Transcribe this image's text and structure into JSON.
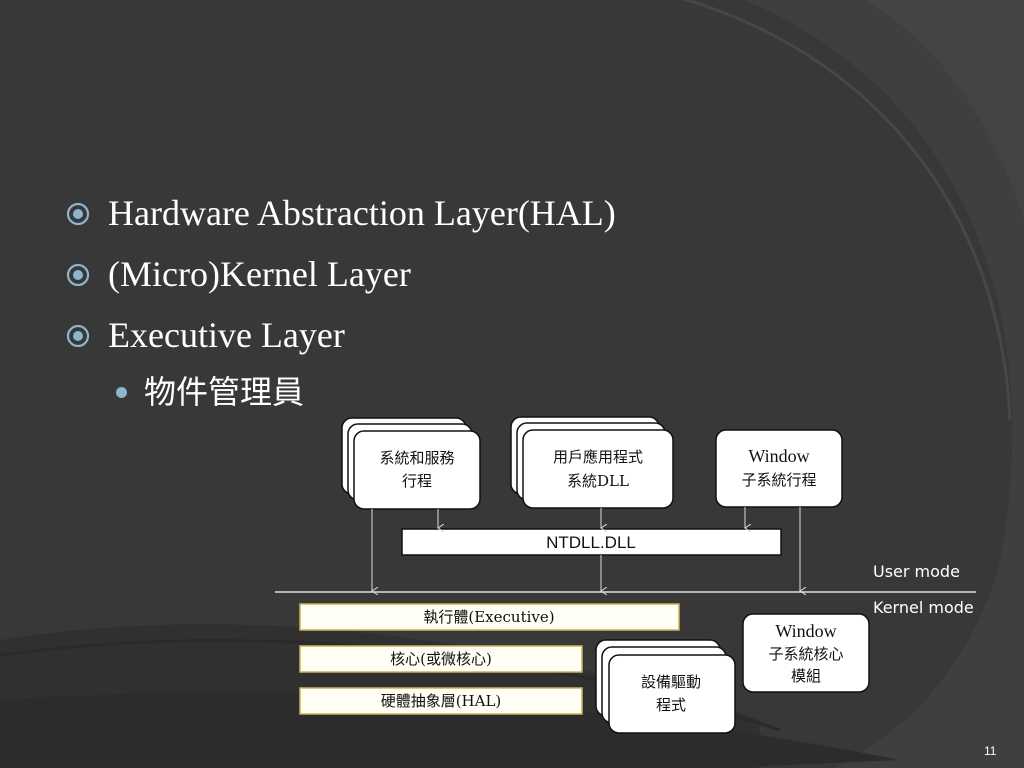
{
  "bullets": [
    {
      "text": "Hardware Abstraction Layer(HAL)",
      "icon": "circle-dot-bullet-icon"
    },
    {
      "text": "(Micro)Kernel Layer",
      "icon": "circle-dot-bullet-icon"
    },
    {
      "text": "Executive Layer",
      "icon": "circle-dot-bullet-icon"
    }
  ],
  "sub_bullets": [
    {
      "text": "物件管理員"
    }
  ],
  "diagram": {
    "user_boxes": {
      "services": {
        "line1": "系統和服務",
        "line2": "行程"
      },
      "app": {
        "line1": "用戶應用程式",
        "line2": "系統DLL"
      },
      "window_sub": {
        "line1": "Window",
        "line2": "子系統行程"
      }
    },
    "ntdll": "NTDLL.DLL",
    "mode_labels": {
      "user": "User mode",
      "kernel": "Kernel mode"
    },
    "kernel_layers": {
      "executive": "執行體(Executive)",
      "kernel": "核心(或微核心)",
      "hal": "硬體抽象層(HAL)"
    },
    "drivers": {
      "line1": "設備驅動",
      "line2": "程式"
    },
    "window_kernel": {
      "line1": "Window",
      "line2": "子系統核心",
      "line3": "模組"
    }
  },
  "page_number": "11",
  "colors": {
    "background": "#383838",
    "accent_bullet": "#8fb4cf",
    "layer_fill": "#fffff5",
    "layer_border": "#c8b45a"
  }
}
